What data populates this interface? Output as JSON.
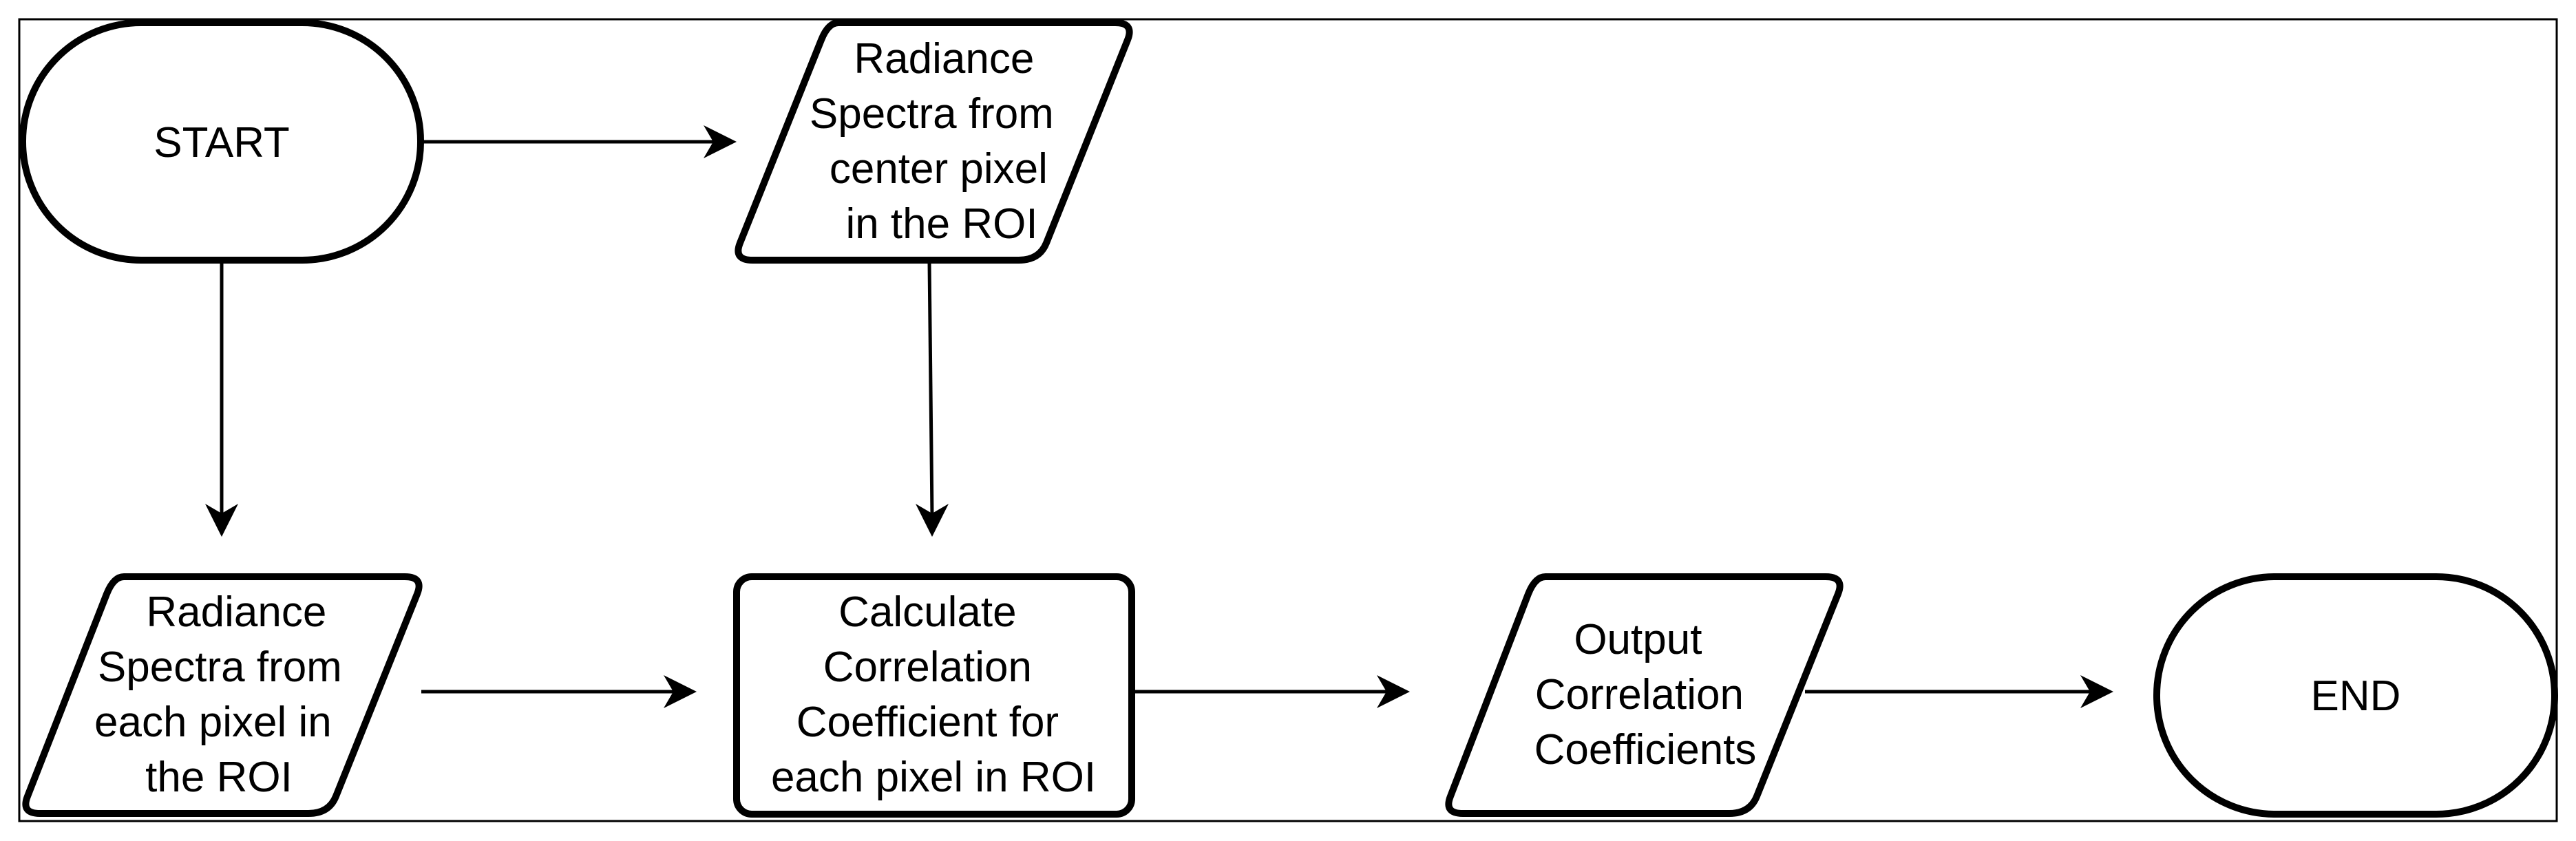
{
  "diagram": {
    "type": "flowchart",
    "nodes": {
      "start": {
        "shape": "terminator",
        "lines": [
          "START"
        ]
      },
      "center_spectra": {
        "shape": "data",
        "lines": [
          "Radiance",
          "Spectra from",
          "center pixel",
          "in the ROI"
        ]
      },
      "each_spectra": {
        "shape": "data",
        "lines": [
          "Radiance",
          "Spectra from",
          "each pixel in",
          "the ROI"
        ]
      },
      "calculate": {
        "shape": "process",
        "lines": [
          "Calculate",
          "Correlation",
          "Coefficient for",
          "each pixel in ROI"
        ]
      },
      "output": {
        "shape": "data",
        "lines": [
          "Output",
          "Correlation",
          "Coefficients"
        ]
      },
      "end": {
        "shape": "terminator",
        "lines": [
          "END"
        ]
      }
    },
    "edges": [
      {
        "from": "start",
        "to": "center_spectra"
      },
      {
        "from": "start",
        "to": "each_spectra"
      },
      {
        "from": "center_spectra",
        "to": "calculate"
      },
      {
        "from": "each_spectra",
        "to": "calculate"
      },
      {
        "from": "calculate",
        "to": "output"
      },
      {
        "from": "output",
        "to": "end"
      }
    ]
  }
}
